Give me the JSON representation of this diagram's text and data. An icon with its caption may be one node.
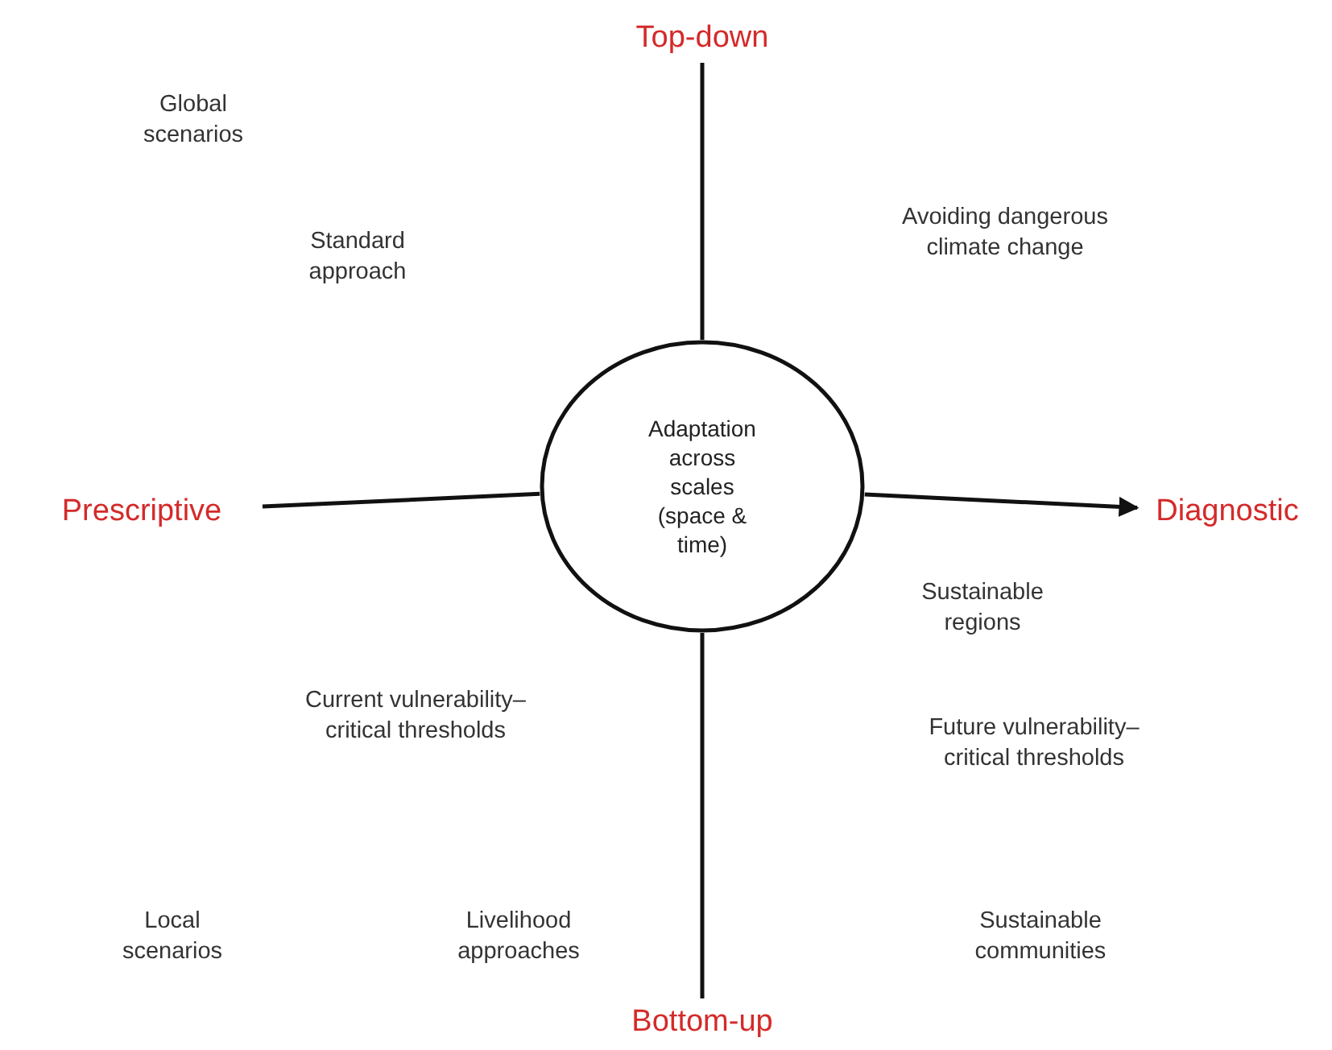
{
  "diagram": {
    "nodes": [
      {
        "text": [
          "Top-down"
        ]
      },
      {
        "text": [
          "Adaptation across scales (space & time)"
        ]
      },
      {
        "text": [
          "Prescriptive"
        ]
      },
      {
        "text": [
          "Diagnostic"
        ]
      },
      {
        "text": [
          "Bottom-up"
        ]
      }
    ],
    "edges": [
      {
        "from": 1,
        "to": 0,
        "arrow": "none"
      },
      {
        "from": 2,
        "to": 1,
        "arrow": "none"
      },
      {
        "from": 1,
        "to": 3,
        "arrow": "to"
      },
      {
        "from": 1,
        "to": 4,
        "arrow": "none"
      }
    ],
    "labels": [
      "Global scenarios",
      "Standard approach",
      "Avoiding dangerous climate change",
      "Sustainable regions",
      "Current vulnerability– critical thresholds",
      "Future vulnerability– critical thresholds",
      "Local scenarios",
      "Livelihood approaches",
      "Sustainable communities"
    ]
  }
}
